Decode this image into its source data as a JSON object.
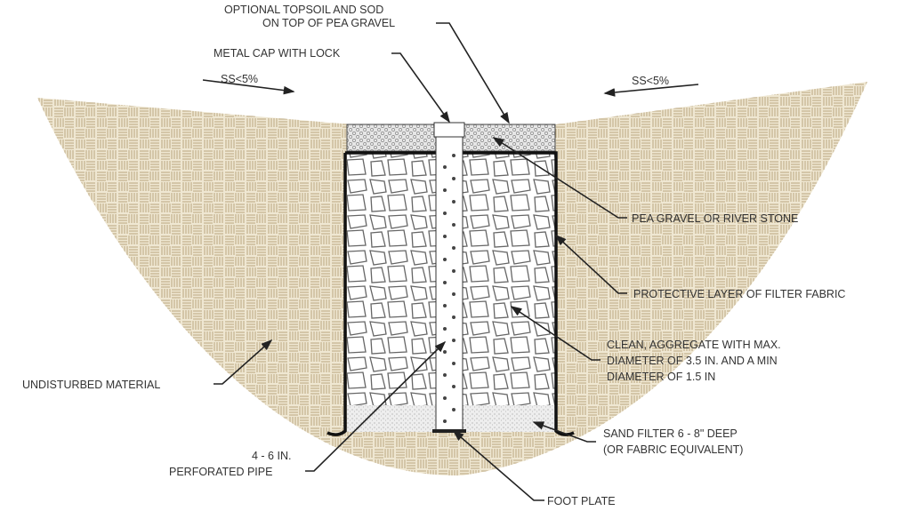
{
  "labels": {
    "topsoil_1": "OPTIONAL TOPSOIL AND SOD",
    "topsoil_2": "ON TOP OF PEA GRAVEL",
    "cap": "METAL CAP WITH LOCK",
    "slope_left": "SS<5%",
    "slope_right": "SS<5%",
    "pea_gravel": "PEA GRAVEL OR RIVER STONE",
    "fabric": "PROTECTIVE LAYER OF FILTER FABRIC",
    "aggregate_1": "CLEAN, AGGREGATE WITH MAX.",
    "aggregate_2": "DIAMETER OF 3.5 IN. AND A MIN",
    "aggregate_3": "DIAMETER OF 1.5 IN",
    "undisturbed": "UNDISTURBED MATERIAL",
    "sand_1": "SAND FILTER 6 - 8\" DEEP",
    "sand_2": "(OR FABRIC EQUIVALENT)",
    "pipe_1": "4 - 6 IN.",
    "pipe_2": "PERFORATED PIPE",
    "foot_plate": "FOOT PLATE"
  },
  "colors": {
    "soil": "#ece3cc",
    "grass": "#4f8a2a",
    "line": "#222222"
  }
}
